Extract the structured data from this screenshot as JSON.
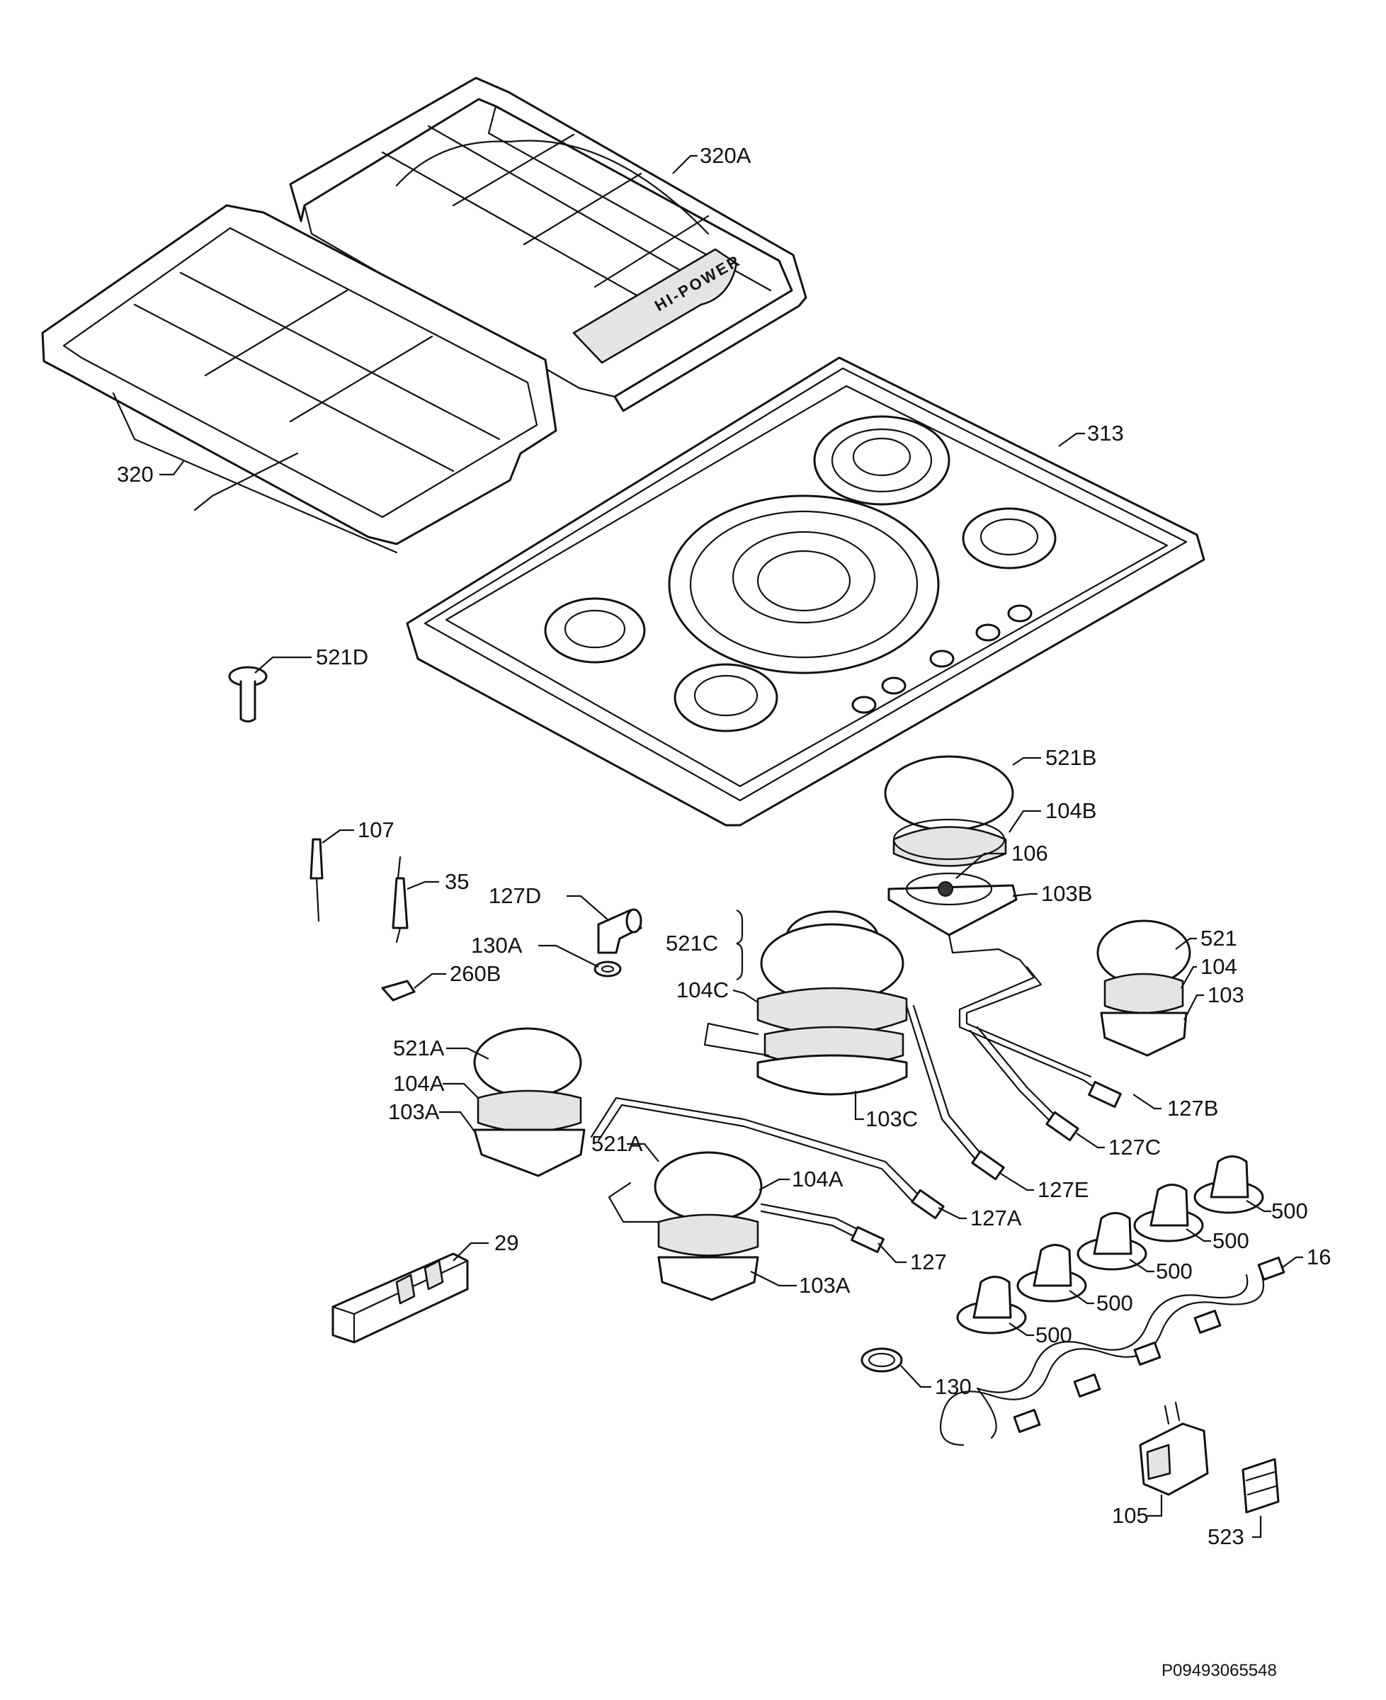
{
  "brand_text": "HI-POWER",
  "reference_code": "P09493065548",
  "part_labels": {
    "p320A": "320A",
    "p320": "320",
    "p313": "313",
    "p521D": "521D",
    "p521B": "521B",
    "p104B": "104B",
    "p106": "106",
    "p103B": "103B",
    "p107": "107",
    "p35": "35",
    "p127D": "127D",
    "p130A": "130A",
    "p521C": "521C",
    "p521": "521",
    "p104": "104",
    "p103": "103",
    "p260B": "260B",
    "p104C": "104C",
    "p521A_left": "521A",
    "p104A_left": "104A",
    "p103A_left": "103A",
    "p103C": "103C",
    "p127B": "127B",
    "p127C": "127C",
    "p521A_center": "521A",
    "p104A_center": "104A",
    "p127E": "127E",
    "p127A": "127A",
    "p500_1": "500",
    "p500_2": "500",
    "p500_3": "500",
    "p500_4": "500",
    "p500_5": "500",
    "p29": "29",
    "p127": "127",
    "p103A_center": "103A",
    "p16": "16",
    "p130": "130",
    "p105": "105",
    "p523": "523"
  }
}
